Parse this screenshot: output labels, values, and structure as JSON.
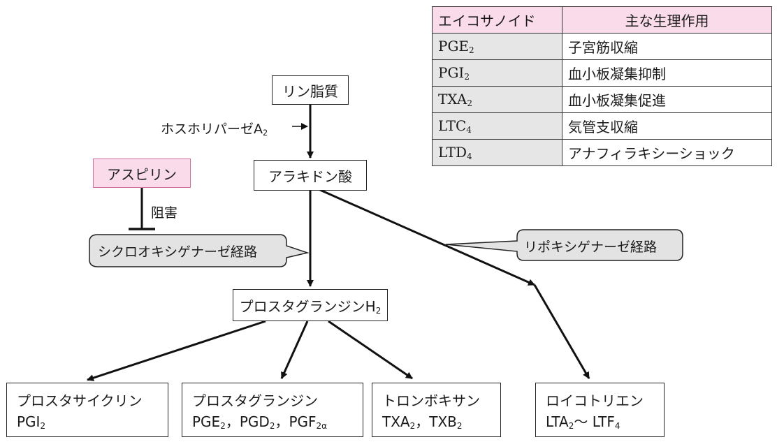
{
  "table": {
    "header": {
      "col1": "エイコサノイド",
      "col2": "主な生理作用"
    },
    "rows": [
      {
        "name": "PGE",
        "sub": "2",
        "effect": "子宮筋収縮"
      },
      {
        "name": "PGI",
        "sub": "2",
        "effect": "血小板凝集抑制"
      },
      {
        "name": "TXA",
        "sub": "2",
        "effect": "血小板凝集促進"
      },
      {
        "name": "LTC",
        "sub": "4",
        "effect": "気管支収縮"
      },
      {
        "name": "LTD",
        "sub": "4",
        "effect": "アナフィラキシーショック"
      }
    ]
  },
  "nodes": {
    "phospholipid": "リン脂質",
    "phospholipase": {
      "text": "ホスホリパーゼA",
      "sub": "2"
    },
    "arachidonic": "アラキドン酸",
    "aspirin": "アスピリン",
    "inhibit": "阻害",
    "cox_pathway": "シクロオキシゲナーゼ経路",
    "lox_pathway": "リポキシゲナーゼ経路",
    "pgh2": {
      "text": "プロスタグランジンH",
      "sub": "2"
    },
    "prostacyclin": {
      "title": "プロスタサイクリン",
      "line2": "PGI",
      "sub": "2"
    },
    "prostaglandin": {
      "title": "プロスタグランジン",
      "a": "PGE",
      "a_sub": "2",
      "b": "PGD",
      "b_sub": "2",
      "c": "PGF",
      "c_sub": "2α",
      "sep": "，"
    },
    "thromboxane": {
      "title": "トロンボキサン",
      "a": "TXA",
      "a_sub": "2",
      "b": "TXB",
      "b_sub": "2",
      "sep": "，"
    },
    "leukotriene": {
      "title": "ロイコトリエン",
      "a": "LTA",
      "a_sub": "2",
      "mid": "〜 LTF",
      "b_sub": "4"
    }
  }
}
